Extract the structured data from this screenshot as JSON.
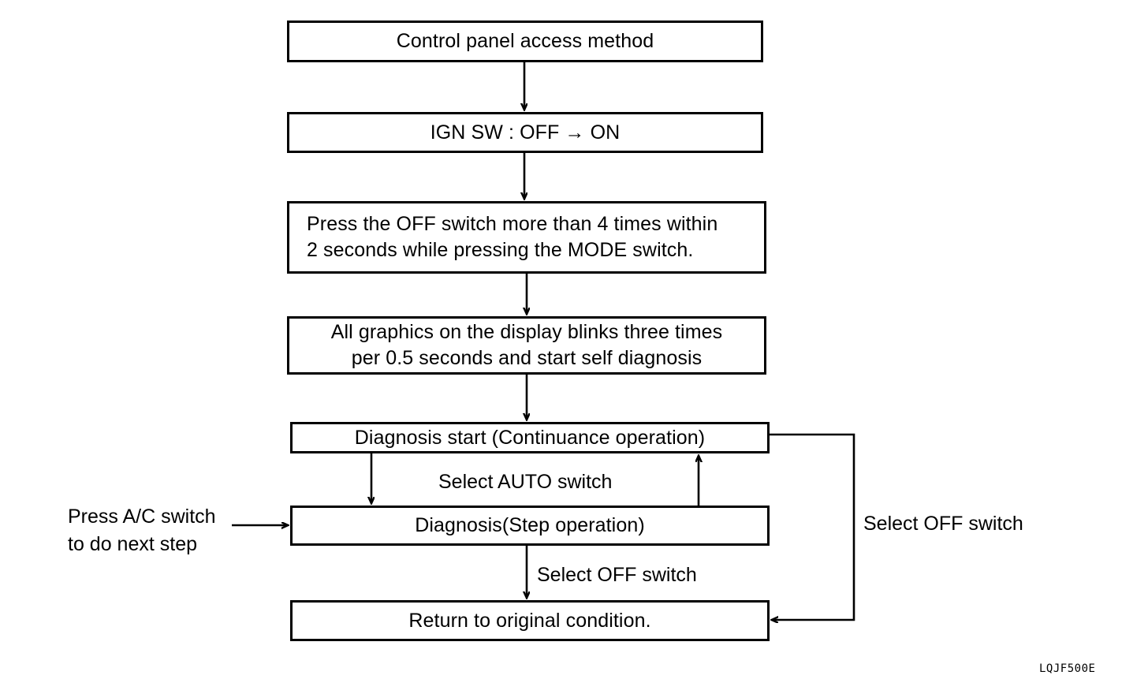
{
  "diagram": {
    "type": "flowchart",
    "title": "Control panel access method",
    "orientation": "top-to-bottom",
    "nodes": [
      {
        "id": "n1",
        "label": "Control panel access method"
      },
      {
        "id": "n2",
        "label": "IGN SW : OFF → ON"
      },
      {
        "id": "n3",
        "label": "Press the OFF switch more than 4 times within\n2 seconds while pressing the MODE switch."
      },
      {
        "id": "n4",
        "label": "All graphics on the display blinks three times\nper 0.5 seconds and start self diagnosis"
      },
      {
        "id": "n5",
        "label": "Diagnosis start (Continuance operation)"
      },
      {
        "id": "n6",
        "label": "Diagnosis(Step operation)"
      },
      {
        "id": "n7",
        "label": "Return to original condition."
      }
    ],
    "edges": [
      {
        "from": "n1",
        "to": "n2",
        "label": ""
      },
      {
        "from": "n2",
        "to": "n3",
        "label": ""
      },
      {
        "from": "n3",
        "to": "n4",
        "label": ""
      },
      {
        "from": "n4",
        "to": "n5",
        "label": ""
      },
      {
        "from": "n5",
        "to": "n6",
        "label": "Select AUTO switch"
      },
      {
        "from": "n6",
        "to": "n5",
        "label": "Select AUTO switch"
      },
      {
        "from": "n6",
        "to": "n7",
        "label": "Select OFF switch"
      },
      {
        "from": "n5",
        "to": "n7",
        "label": "Select OFF switch"
      }
    ],
    "edge_labels": {
      "select_auto_switch": "Select AUTO switch",
      "select_off_switch_middle": "Select OFF switch",
      "select_off_switch_right": "Select OFF switch"
    },
    "side_note": "Press A/C switch\nto do next step",
    "watermark": "LQJF500E",
    "colors": {
      "background": "#ffffff",
      "stroke": "#000000",
      "text": "#000000"
    }
  }
}
